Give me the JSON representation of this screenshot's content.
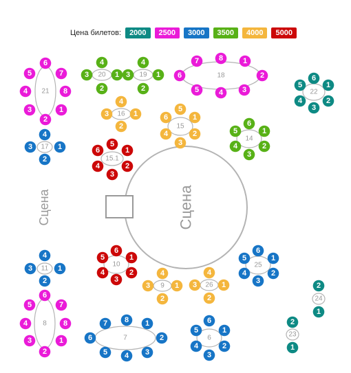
{
  "legend": {
    "label": "Цена билетов:",
    "prices": [
      {
        "value": "2000",
        "color": "#0e8a84"
      },
      {
        "value": "2500",
        "color": "#ea1bd8"
      },
      {
        "value": "3000",
        "color": "#1775c6"
      },
      {
        "value": "3500",
        "color": "#58b117"
      },
      {
        "value": "4000",
        "color": "#f4b63d"
      },
      {
        "value": "5000",
        "color": "#cc0808"
      }
    ]
  },
  "stage": {
    "main_label": "Сцена",
    "side_label": "Сцена"
  },
  "tables": [
    {
      "id": "21",
      "color": "#ea1bd8",
      "seats": [
        "6",
        "7",
        "8",
        "1",
        "2",
        "3",
        "4",
        "5"
      ]
    },
    {
      "id": "20",
      "color": "#58b117",
      "seats": [
        "4",
        "1",
        "2",
        "3"
      ]
    },
    {
      "id": "19",
      "color": "#58b117",
      "seats": [
        "4",
        "1",
        "2",
        "3"
      ]
    },
    {
      "id": "18",
      "color": "#ea1bd8",
      "seats": [
        "7",
        "8",
        "1",
        "2",
        "3",
        "4",
        "5",
        "6"
      ]
    },
    {
      "id": "22",
      "color": "#0e8a84",
      "seats": [
        "5",
        "6",
        "1",
        "2",
        "3",
        "4"
      ]
    },
    {
      "id": "16",
      "color": "#f4b63d",
      "seats": [
        "4",
        "1",
        "2",
        "3"
      ]
    },
    {
      "id": "15",
      "color": "#f4b63d",
      "seats": [
        "5",
        "1",
        "2",
        "3",
        "4",
        "6"
      ]
    },
    {
      "id": "14",
      "color": "#58b117",
      "seats": [
        "5",
        "6",
        "1",
        "2",
        "3",
        "4"
      ]
    },
    {
      "id": "17",
      "color": "#1775c6",
      "seats": [
        "4",
        "1",
        "2",
        "3"
      ]
    },
    {
      "id": "15.1",
      "color": "#cc0808",
      "seats": [
        "5",
        "1",
        "2",
        "3",
        "4",
        "6"
      ]
    },
    {
      "id": "11",
      "color": "#1775c6",
      "seats": [
        "4",
        "1",
        "2",
        "3"
      ]
    },
    {
      "id": "10",
      "color": "#cc0808",
      "seats": [
        "5",
        "6",
        "1",
        "2",
        "3",
        "4"
      ]
    },
    {
      "id": "25",
      "color": "#1775c6",
      "seats": [
        "5",
        "6",
        "1",
        "2",
        "3",
        "4"
      ]
    },
    {
      "id": "9",
      "color": "#f4b63d",
      "seats": [
        "4",
        "1",
        "2",
        "3"
      ]
    },
    {
      "id": "26",
      "color": "#f4b63d",
      "seats": [
        "4",
        "1",
        "2",
        "3"
      ]
    },
    {
      "id": "24",
      "color": "#0e8a84",
      "seats": [
        "2",
        "1"
      ]
    },
    {
      "id": "8",
      "color": "#ea1bd8",
      "seats": [
        "6",
        "7",
        "8",
        "1",
        "2",
        "3",
        "4",
        "5"
      ]
    },
    {
      "id": "23",
      "color": "#0e8a84",
      "seats": [
        "2",
        "1"
      ]
    },
    {
      "id": "7",
      "color": "#1775c6",
      "seats": [
        "7",
        "8",
        "1",
        "2",
        "3",
        "4",
        "5",
        "6"
      ]
    },
    {
      "id": "6",
      "color": "#1775c6",
      "seats": [
        "5",
        "6",
        "1",
        "2",
        "3",
        "4"
      ]
    }
  ]
}
